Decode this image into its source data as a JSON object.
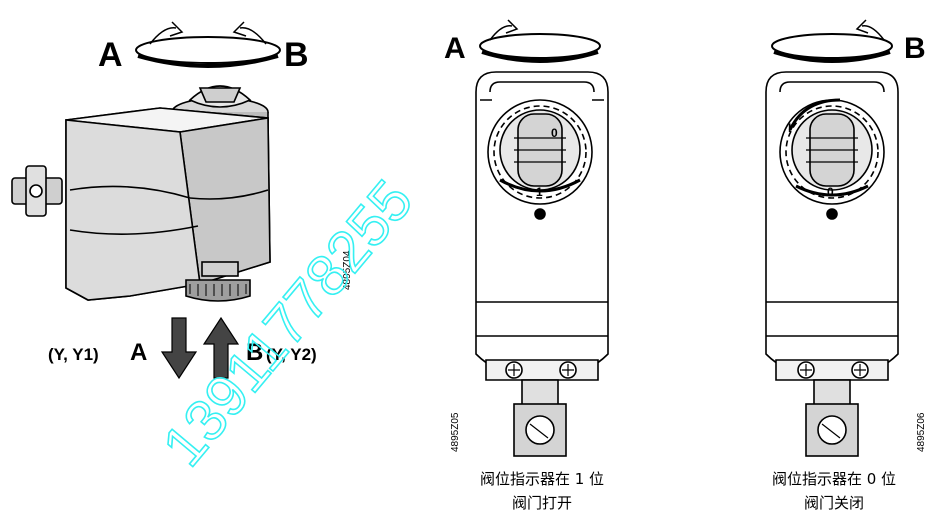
{
  "left_view": {
    "rotation_label_a": "A",
    "rotation_label_b": "B",
    "push_label_a": "A",
    "push_label_b": "B",
    "signal_left": "(Y, Y1)",
    "signal_right": "(Y, Y2)",
    "figure_code": "4895Z04"
  },
  "middle_view": {
    "rotation_label": "A",
    "dial_mark_top": "0",
    "dial_mark_bottom": "1",
    "figure_code": "4895Z05",
    "caption_line1": "阀位指示器在 1 位",
    "caption_line2": "阀门打开"
  },
  "right_view": {
    "rotation_label": "B",
    "dial_mark_top": "I",
    "dial_mark_bottom": "0",
    "figure_code": "4895Z06",
    "caption_line1": "阀位指示器在 0 位",
    "caption_line2": "阀门关闭"
  },
  "watermark": {
    "text": "13911778255",
    "color": "#35f0f2"
  }
}
